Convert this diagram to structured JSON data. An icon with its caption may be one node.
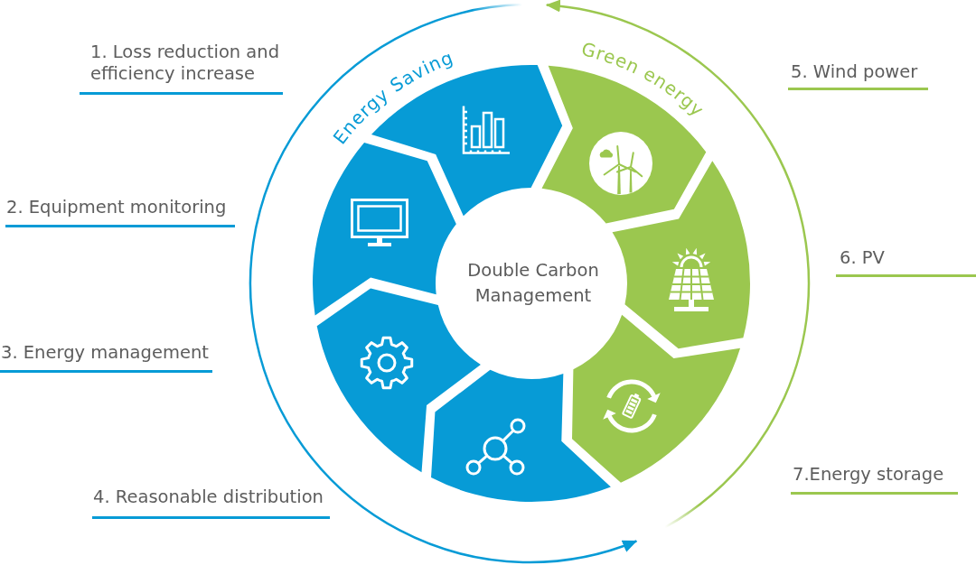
{
  "diagram": {
    "nodes": [
      {
        "text": [
          "Double Carbon Management"
        ]
      },
      {
        "text": [],
        "shape": "chevron"
      },
      {
        "text": [],
        "shape": "chevron"
      },
      {
        "text": [],
        "shape": "chevron"
      },
      {
        "text": [],
        "shape": "chevron"
      },
      {
        "text": [],
        "shape": "chevron"
      },
      {
        "text": [],
        "shape": "chevron"
      },
      {
        "text": [],
        "shape": "chevron"
      }
    ],
    "labels": [
      "Energy Saving",
      "Green energy",
      "1. Loss reduction and efficiency increase",
      "2. Equipment monitoring",
      "3. Energy management",
      "4. Reasonable distribution",
      "5. Wind power",
      "6. PV",
      "7.Energy storage"
    ]
  }
}
